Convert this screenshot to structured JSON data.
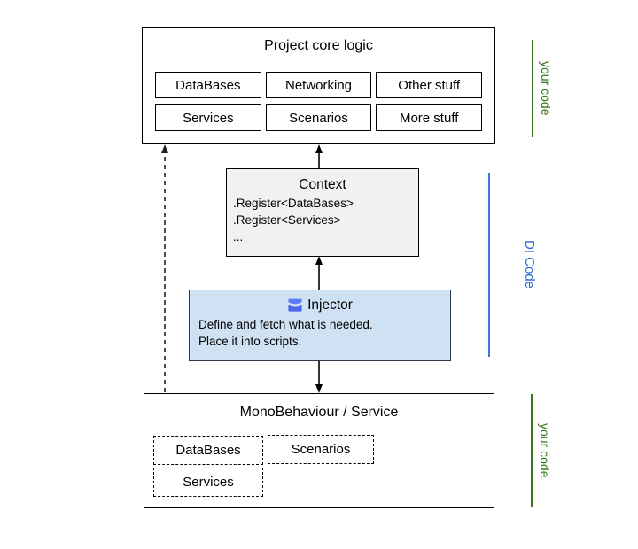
{
  "diagram": {
    "core_logic": {
      "title": "Project core logic",
      "modules_row1": [
        "DataBases",
        "Networking",
        "Other stuff"
      ],
      "modules_row2": [
        "Services",
        "Scenarios",
        "More stuff"
      ]
    },
    "context": {
      "title": "Context",
      "lines": [
        ".Register<DataBases>",
        ".Register<Services>",
        "..."
      ]
    },
    "injector": {
      "title": "Injector",
      "icon": "injector-logo-icon",
      "lines": [
        "Define and fetch what is needed.",
        "Place it into scripts."
      ]
    },
    "mono": {
      "title": "MonoBehaviour / Service",
      "modules": [
        "DataBases",
        "Scenarios",
        "Services"
      ]
    },
    "side_labels": {
      "top_right": "your code",
      "middle_right": "DI Code",
      "bottom_right": "your code"
    },
    "colors": {
      "green": "#38761d",
      "blue_text": "#2b6bd6",
      "blue_line": "#3d78d8",
      "injector_fill": "#cfe2f3",
      "context_fill": "#f1f1f1",
      "icon_blue": "#4a66ee"
    }
  }
}
